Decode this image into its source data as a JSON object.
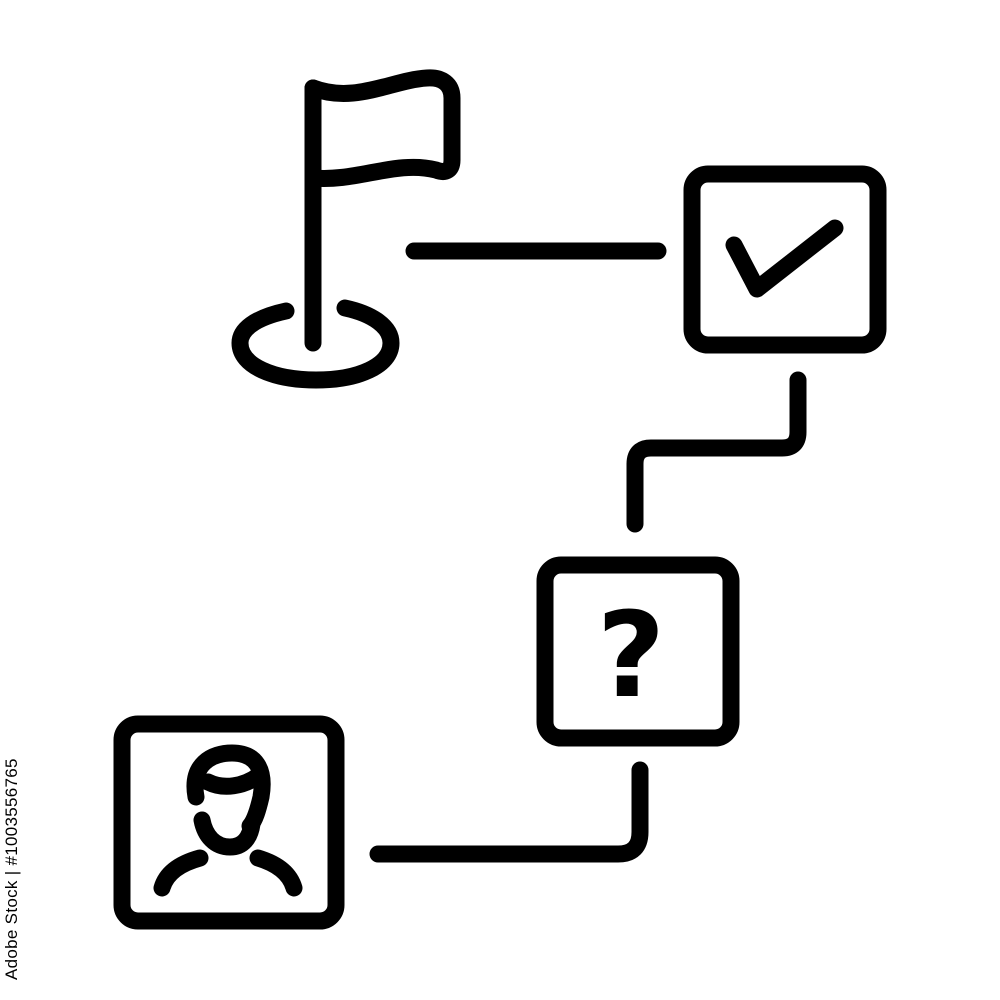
{
  "icon": {
    "name": "user-journey-flow-icon",
    "stroke_color": "#000000",
    "background_color": "#ffffff",
    "nodes": [
      {
        "id": "goal",
        "icon": "flag-in-hole-icon"
      },
      {
        "id": "approved",
        "icon": "checkmark-box-icon"
      },
      {
        "id": "decision",
        "icon": "question-box-icon",
        "symbol": "?"
      },
      {
        "id": "user",
        "icon": "user-profile-box-icon"
      }
    ]
  },
  "watermark": {
    "text": "Adobe Stock | #1003556765"
  }
}
